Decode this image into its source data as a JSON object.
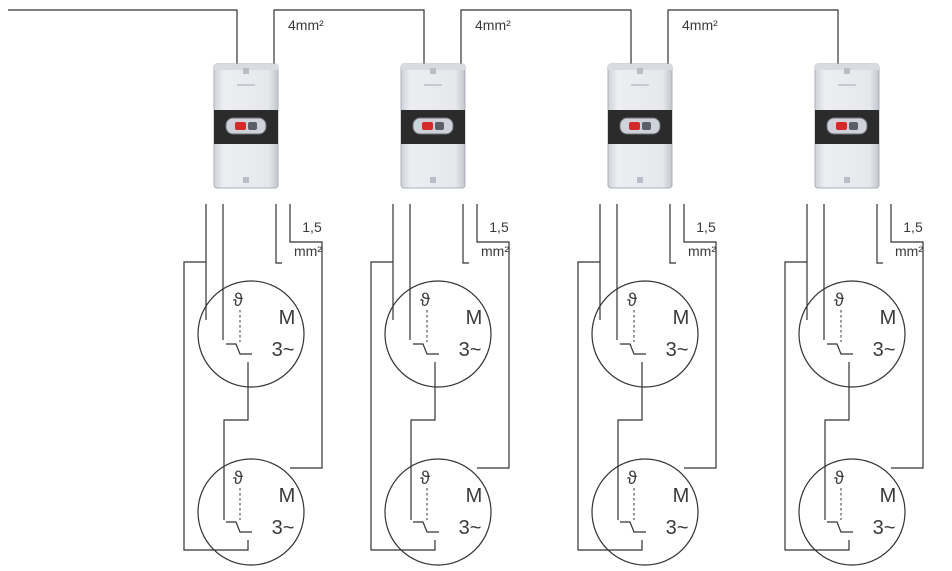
{
  "labels": {
    "bus_cable": "4mm²",
    "motor_cable_top": "1,5",
    "motor_cable_bottom": "mm²",
    "theta": "ϑ",
    "motor_letter": "M",
    "motor_phase": "3~"
  },
  "units": [
    {
      "id": "unit-1",
      "motors": 2,
      "bus_label": true
    },
    {
      "id": "unit-2",
      "motors": 2,
      "bus_label": true
    },
    {
      "id": "unit-3",
      "motors": 2,
      "bus_label": true
    },
    {
      "id": "unit-4",
      "motors": 2,
      "bus_label": false
    }
  ],
  "colors": {
    "wire": "#333333",
    "device_body": "#e4e6eb",
    "device_band": "#2b2b2b",
    "indicator_red": "#d42a2a",
    "text": "#3a3a3a"
  }
}
